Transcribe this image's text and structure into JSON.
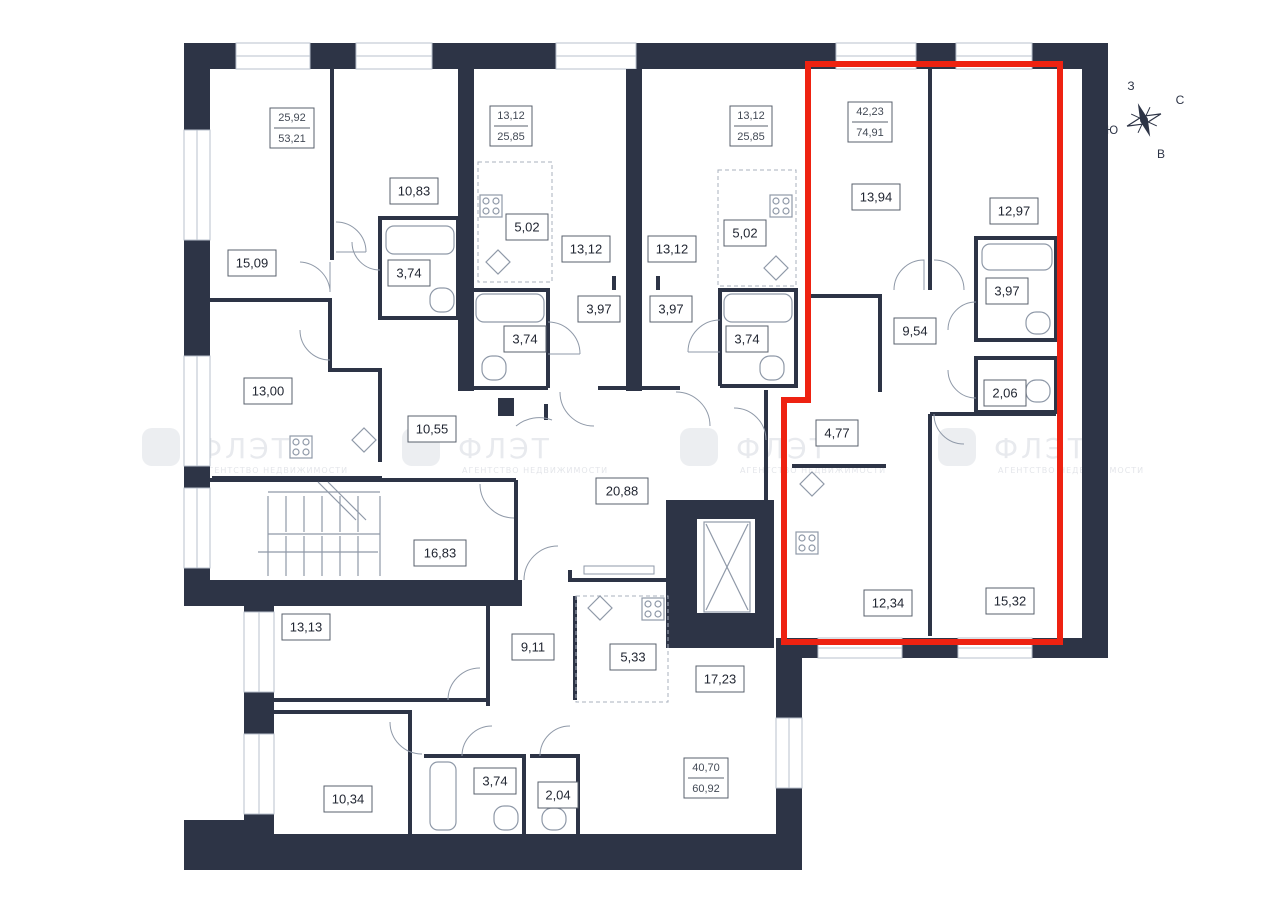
{
  "compass": {
    "north": "С",
    "south": "Ю",
    "west": "З",
    "east": "В"
  },
  "watermark": {
    "brand": "ФЛЭТ",
    "subtitle": "АГЕНТСТВО НЕДВИЖИМОСТИ"
  },
  "highlight_color": "#ee2211",
  "wall_color": "#2d3446",
  "rooms": [
    {
      "id": "r1",
      "label": "15,09"
    },
    {
      "id": "r2",
      "label": "10,83"
    },
    {
      "id": "r3",
      "label": "3,74"
    },
    {
      "id": "r4",
      "label": "13,00"
    },
    {
      "id": "r5",
      "label": "10,55"
    },
    {
      "id": "r6",
      "label": "5,02"
    },
    {
      "id": "r7",
      "label": "13,12"
    },
    {
      "id": "r8",
      "label": "3,74"
    },
    {
      "id": "r9",
      "label": "3,97"
    },
    {
      "id": "r10",
      "label": "3,97"
    },
    {
      "id": "r11",
      "label": "13,12"
    },
    {
      "id": "r12",
      "label": "5,02"
    },
    {
      "id": "r13",
      "label": "3,74"
    },
    {
      "id": "r14",
      "label": "13,94"
    },
    {
      "id": "r15",
      "label": "12,97"
    },
    {
      "id": "r16",
      "label": "3,97"
    },
    {
      "id": "r17",
      "label": "9,54"
    },
    {
      "id": "r18",
      "label": "2,06"
    },
    {
      "id": "r19",
      "label": "4,77"
    },
    {
      "id": "r20",
      "label": "12,34"
    },
    {
      "id": "r21",
      "label": "15,32"
    },
    {
      "id": "r22",
      "label": "20,88"
    },
    {
      "id": "r23",
      "label": "16,83"
    },
    {
      "id": "r24",
      "label": "13,13"
    },
    {
      "id": "r25",
      "label": "9,11"
    },
    {
      "id": "r26",
      "label": "5,33"
    },
    {
      "id": "r27",
      "label": "17,23"
    },
    {
      "id": "r28",
      "label": "10,34"
    },
    {
      "id": "r29",
      "label": "3,74"
    },
    {
      "id": "r30",
      "label": "2,04"
    }
  ],
  "apartments": [
    {
      "id": "a1",
      "living": "25,92",
      "total": "53,21"
    },
    {
      "id": "a2",
      "living": "13,12",
      "total": "25,85"
    },
    {
      "id": "a3",
      "living": "13,12",
      "total": "25,85"
    },
    {
      "id": "a4",
      "living": "42,23",
      "total": "74,91"
    },
    {
      "id": "a5",
      "living": "40,70",
      "total": "60,92"
    }
  ]
}
